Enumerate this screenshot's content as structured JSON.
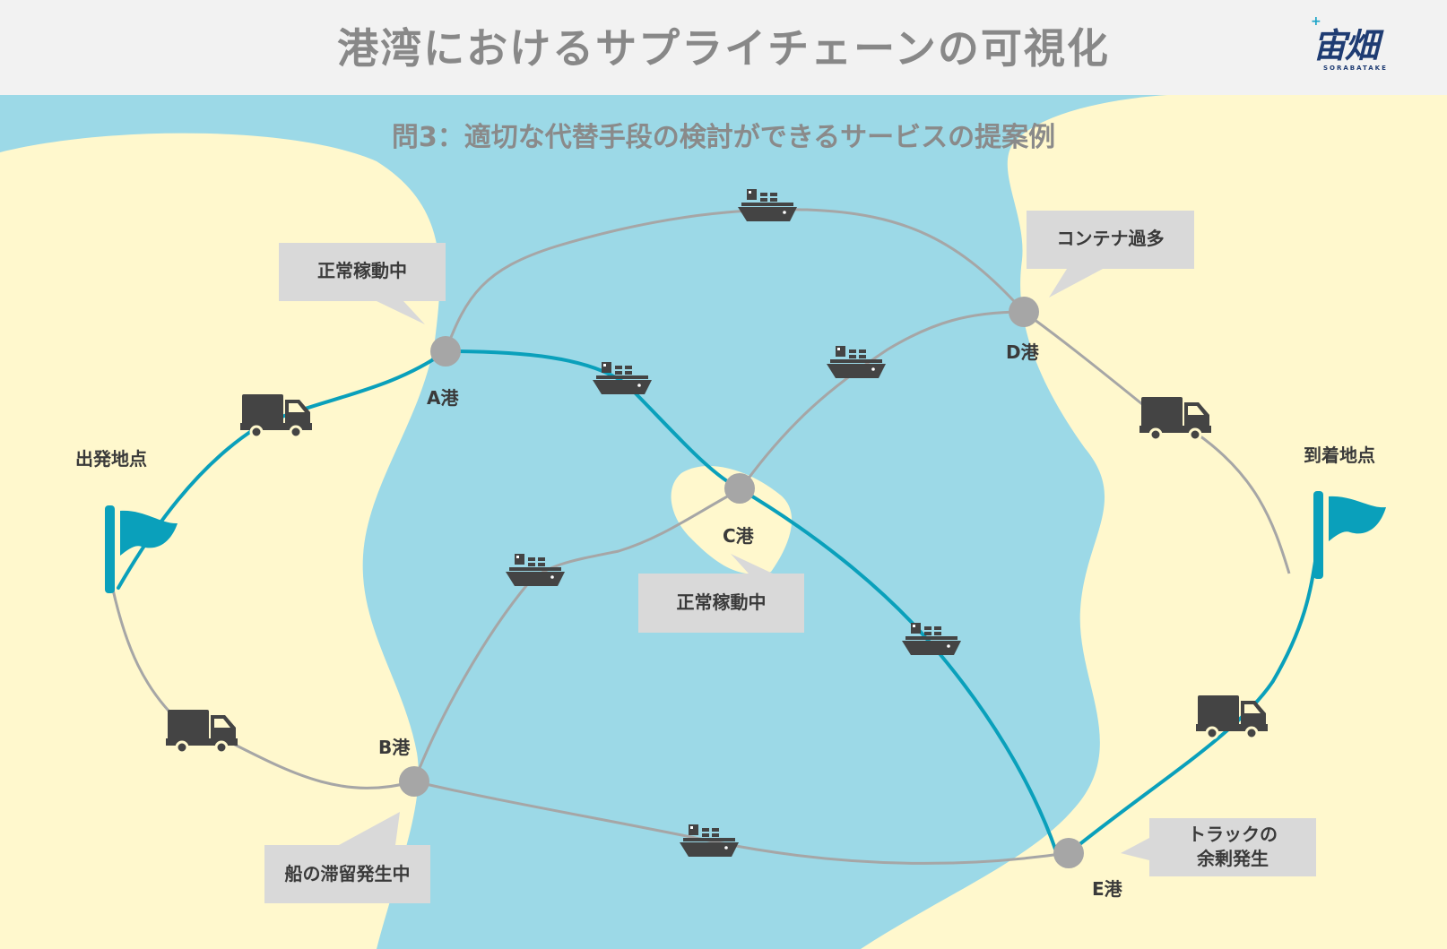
{
  "header": {
    "title": "港湾におけるサプライチェーンの可視化",
    "logo_text": "宙畑",
    "logo_sub": "SORABATAKE"
  },
  "subtitle": "問3：適切な代替手段の検討ができるサービスの提案例",
  "places": {
    "start": "出発地点",
    "end": "到着地点"
  },
  "ports": {
    "a": "A港",
    "b": "B港",
    "c": "C港",
    "d": "D港",
    "e": "E港"
  },
  "callouts": {
    "a_status": "正常稼動中",
    "c_status": "正常稼動中",
    "d_status": "コンテナ過多",
    "b_status": "船の滞留発生中",
    "e_status_line1": "トラックの",
    "e_status_line2": "余剰発生"
  },
  "colors": {
    "sea": "#9cd9e7",
    "land": "#fff8cd",
    "route_active": "#0aa0bb",
    "route_inactive": "#a6a6a6",
    "node": "#a6a6a6",
    "icon": "#444444",
    "callout_bg": "#d9d9d9",
    "flag": "#0aa0bb"
  }
}
